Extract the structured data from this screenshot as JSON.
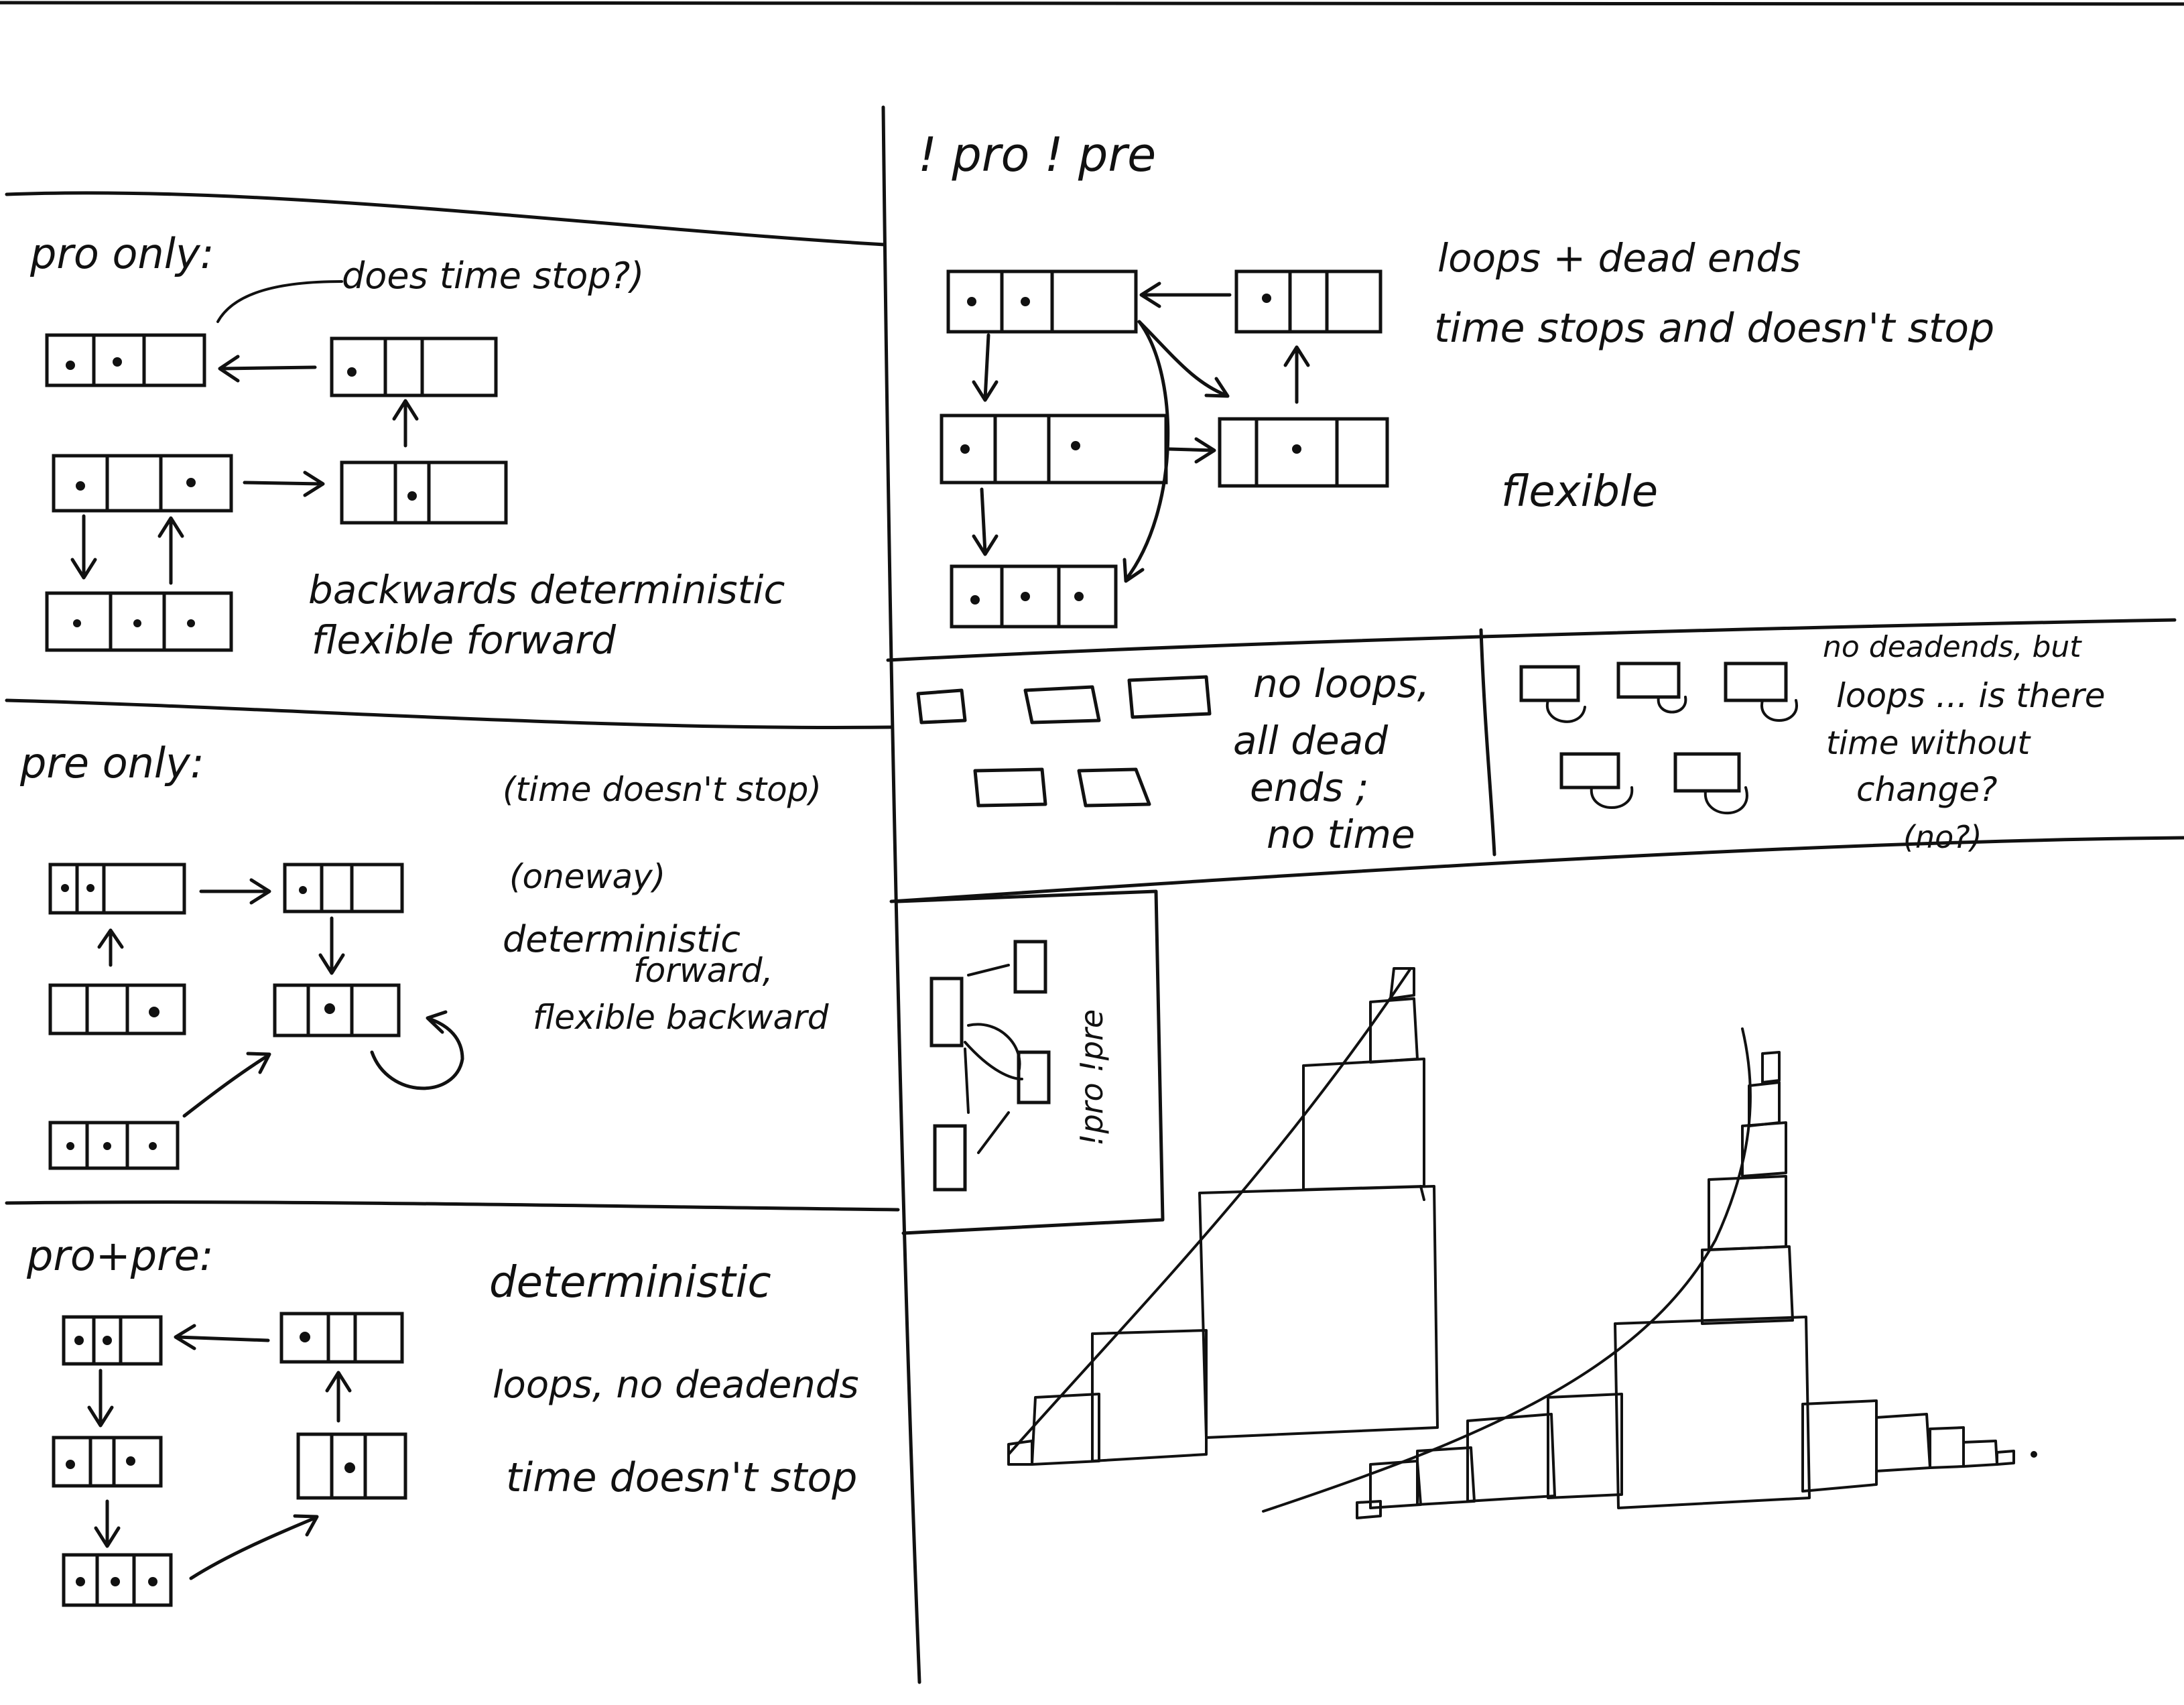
{
  "page": {
    "background": "#ffffff",
    "ink": "#111111"
  },
  "sections": {
    "pro_only": {
      "heading": "pro only:",
      "note": "does time stop?)",
      "caption_1": "backwards deterministic",
      "caption_2": "flexible forward"
    },
    "pre_only": {
      "heading": "pre only:",
      "note_1": "(time doesn't stop)",
      "note_2": "(oneway)",
      "caption_1": "deterministic",
      "caption_2": "forward,",
      "caption_3": "flexible backward"
    },
    "pro_pre": {
      "heading": "pro+pre:",
      "caption_1": "deterministic",
      "caption_2": "loops, no deadends",
      "caption_3": "time doesn't stop"
    },
    "not_pro_not_pre": {
      "heading": "! pro ! pre",
      "caption_1": "loops + dead ends",
      "caption_2": "time stops and doesn't stop",
      "caption_3": "flexible"
    },
    "no_loops": {
      "caption_1": "no loops,",
      "caption_2": "all dead",
      "caption_3": "ends ;",
      "caption_4": "no time"
    },
    "no_deadends": {
      "caption_1": "no deadends, but",
      "caption_2": "loops ... is there",
      "caption_3": "time without",
      "caption_4": "change?",
      "caption_5": "(no?)"
    },
    "inset": {
      "label": "!pro !pre"
    }
  }
}
